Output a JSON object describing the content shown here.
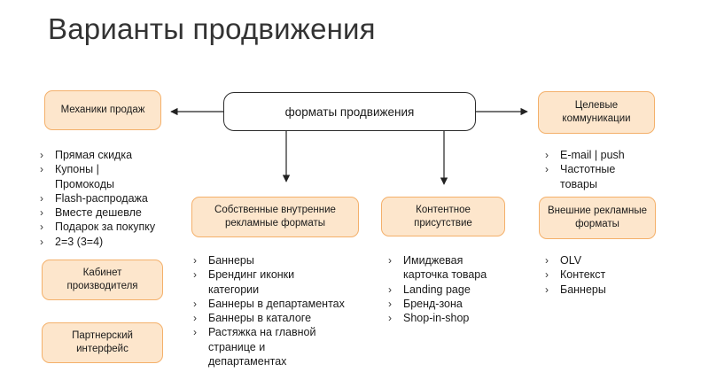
{
  "title": "Варианты продвижения",
  "center": "форматы продвижения",
  "nodes": {
    "mechanics": "Механики продаж",
    "own_formats": "Собственные внутренние рекламные форматы",
    "content": "Контентное присутствие",
    "target": "Целевые коммуникации",
    "external": "Внешние рекламные форматы",
    "cabinet": "Кабинет производителя",
    "partner": "Партнерский интерфейс"
  },
  "lists": {
    "mechanics": [
      "Прямая скидка",
      "Купоны | Промокоды",
      "Flash-распродажа",
      "Вместе дешевле",
      "Подарок за покупку",
      "2=3 (3=4)"
    ],
    "own_formats": [
      "Баннеры",
      "Брендинг иконки категории",
      "Баннеры в департаментах",
      "Баннеры в каталоге",
      "Растяжка на главной странице и департаментах"
    ],
    "content": [
      "Имиджевая карточка товара",
      "Landing page",
      "Бренд-зона",
      "Shop-in-shop"
    ],
    "target": [
      "E-mail | push",
      "Частотные товары"
    ],
    "external": [
      "OLV",
      "Контекст",
      "Баннеры"
    ]
  },
  "colors": {
    "box_fill": "#fde6cc",
    "box_border": "#f4b06a",
    "main_border": "#2a2a2a"
  },
  "icons": {
    "bullet": "›"
  }
}
